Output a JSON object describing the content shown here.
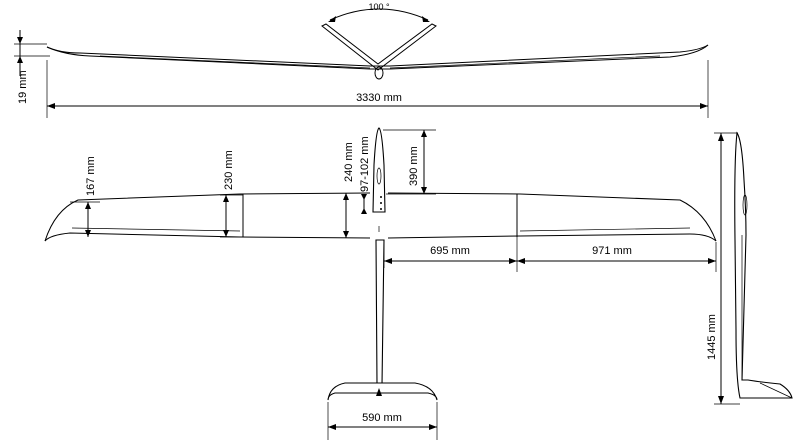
{
  "dimensions": {
    "dihedral_angle": "100 °",
    "tip_height": "19 mm",
    "wingspan": "3330 mm",
    "tip_chord": "167 mm",
    "panel_chord": "230 mm",
    "center_chord": "240 mm",
    "fuselage_width": "97-102 mm",
    "nose_length": "390 mm",
    "center_panel_half": "695 mm",
    "outer_panel": "971 mm",
    "length": "1445 mm",
    "stabilizer_span": "590 mm"
  }
}
